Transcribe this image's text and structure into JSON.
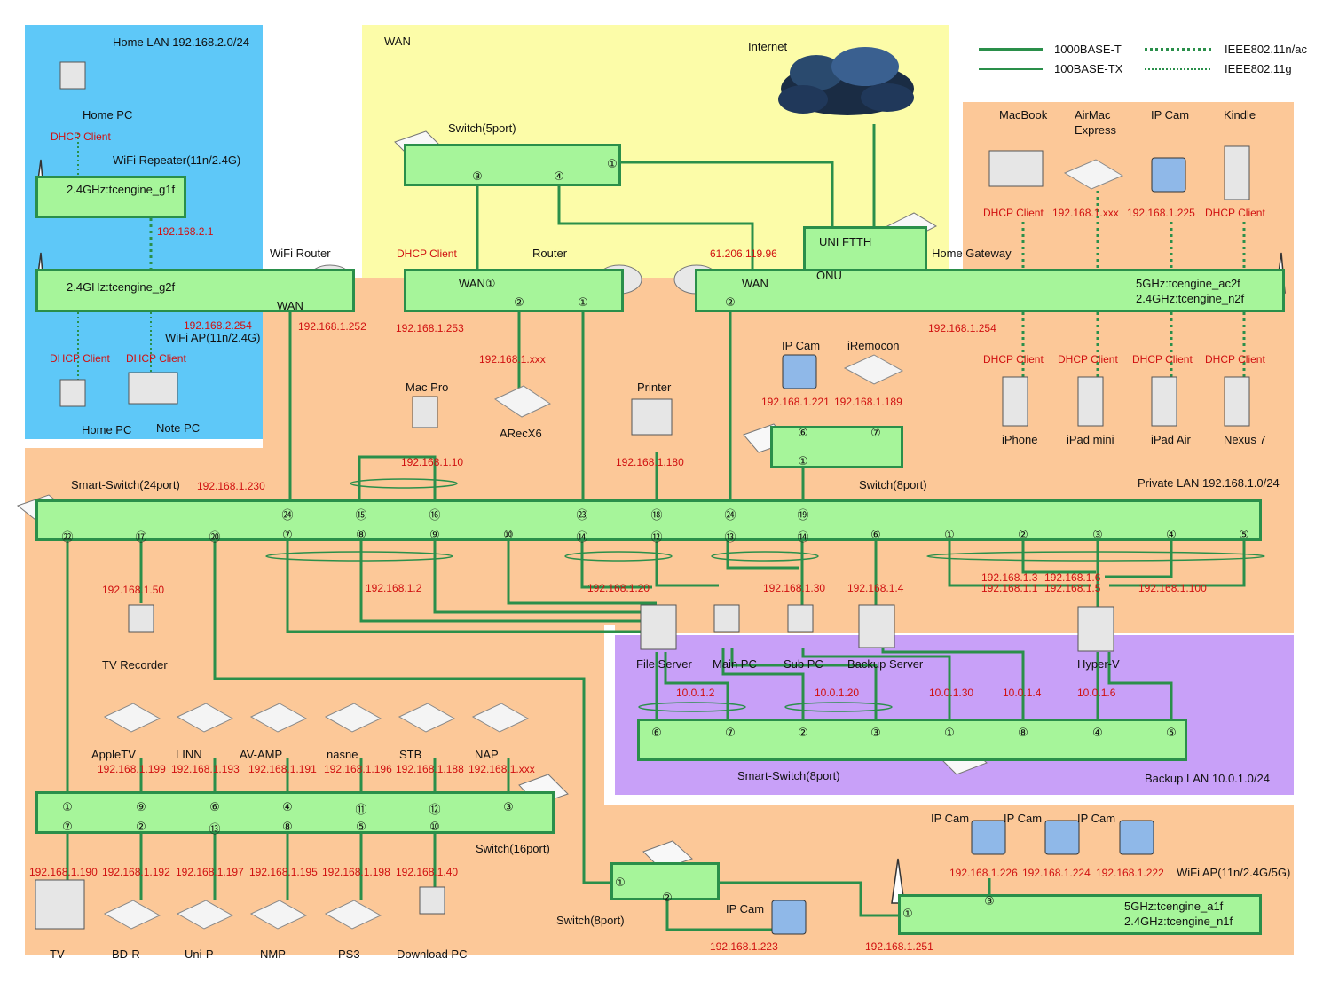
{
  "legend": [
    {
      "label": "1000BASE-T",
      "style": "solid-thick"
    },
    {
      "label": "100BASE-TX",
      "style": "solid-thin"
    },
    {
      "label": "IEEE802.11n/ac",
      "style": "dotted-thick"
    },
    {
      "label": "IEEE802.11g",
      "style": "dotted-thin"
    }
  ],
  "colors": {
    "switch_fill": "#a6f59a",
    "switch_border": "#2a8f4a",
    "line": "#2a8f4a",
    "home_lan": "#5ec8f8",
    "wan": "#fcfca8",
    "private_lan": "#fcc898",
    "backup_lan": "#c8a0f8",
    "ip_text": "#d01010"
  },
  "zones": {
    "home_lan": "Home LAN 192.168.2.0/24",
    "wan": "WAN",
    "internet": "Internet",
    "private_lan": "Private LAN 192.168.1.0/24",
    "backup_lan": "Backup LAN 10.0.1.0/24"
  },
  "switches": [
    {
      "id": "repeater",
      "text": "2.4GHz:tcengine_g1f"
    },
    {
      "id": "wifi_router",
      "text": "2.4GHz:tcengine_g2f"
    },
    {
      "id": "switch5",
      "text": ""
    },
    {
      "id": "router",
      "text": "WAN①"
    },
    {
      "id": "gateway_box",
      "text": "UNI   FTTH"
    },
    {
      "id": "gateway_onu",
      "text": "ONU"
    },
    {
      "id": "gateway",
      "text": "WAN"
    },
    {
      "id": "gateway_ssid",
      "text": "5GHz:tcengine_ac2f"
    },
    {
      "id": "gateway_ssid2",
      "text": "2.4GHz:tcengine_n2f"
    },
    {
      "id": "ap2",
      "text": "5GHz:tcengine_a1f"
    },
    {
      "id": "ap2b",
      "text": "2.4GHz:tcengine_n1f"
    }
  ],
  "labels": {
    "home_pc": "Home PC",
    "dhcp": "DHCP Client",
    "wifi_repeater": "WiFi Repeater(11n/2.4G)",
    "ip_2_1": "192.168.2.1",
    "wifi_router": "WiFi Router",
    "wan": "WAN",
    "ip_2_254": "192.168.2.254",
    "wifi_ap_11n": "WiFi AP(11n/2.4G)",
    "note_pc": "Note PC",
    "switch_5port": "Switch(5port)",
    "router": "Router",
    "ip_61": "61.206.119.96",
    "home_gateway": "Home Gateway",
    "macbook": "MacBook",
    "airmac": "AirMac",
    "express": "Express",
    "ipcam": "IP Cam",
    "kindle": "Kindle",
    "ip_1_xxx": "192.168.1.xxx",
    "ip_1_225": "192.168.1.225",
    "ip_1_252": "192.168.1.252",
    "ip_1_253": "192.168.1.253",
    "ip_1_254": "192.168.1.254",
    "arecx6": "ARecX6",
    "mac_pro": "Mac Pro",
    "printer": "Printer",
    "iremocon": "iRemocon",
    "ip_1_221": "192.168.1.221",
    "ip_1_189": "192.168.1.189",
    "switch_8port": "Switch(8port)",
    "iphone": "iPhone",
    "ipad_mini": "iPad mini",
    "ipad_air": "iPad Air",
    "nexus7": "Nexus 7",
    "ip_1_10": "192.168.1.10",
    "ip_1_180": "192.168.1.180",
    "smart_switch_24": "Smart-Switch(24port)",
    "ip_1_230": "192.168.1.230",
    "ip_1_50": "192.168.1.50",
    "tv_recorder": "TV Recorder",
    "ip_1_2": "192.168.1.2",
    "ip_1_20": "192.168.1.20",
    "ip_1_30": "192.168.1.30",
    "ip_1_4": "192.168.1.4",
    "ip_1_3": "192.168.1.3",
    "ip_1_1": "192.168.1.1",
    "ip_1_6": "192.168.1.6",
    "ip_1_5": "192.168.1.5",
    "ip_1_100": "192.168.1.100",
    "file_server": "File Server",
    "main_pc": "Main PC",
    "sub_pc": "Sub PC",
    "backup_server": "Backup Server",
    "hyper_v": "Hyper-V",
    "ip_10_2": "10.0.1.2",
    "ip_10_20": "10.0.1.20",
    "ip_10_30": "10.0.1.30",
    "ip_10_4": "10.0.1.4",
    "ip_10_6": "10.0.1.6",
    "smart_switch_8": "Smart-Switch(8port)",
    "appletv": "AppleTV",
    "linn": "LINN",
    "avamp": "AV-AMP",
    "nasne": "nasne",
    "stb": "STB",
    "nap": "NAP",
    "ip_1_199": "192.168.1.199",
    "ip_1_193": "192.168.1.193",
    "ip_1_191": "192.168.1.191",
    "ip_1_196": "192.168.1.196",
    "ip_1_188": "192.168.1.188",
    "switch_16port": "Switch(16port)",
    "ip_1_190": "192.168.1.190",
    "ip_1_192": "192.168.1.192",
    "ip_1_197": "192.168.1.197",
    "ip_1_195": "192.168.1.195",
    "ip_1_198": "192.168.1.198",
    "ip_1_40": "192.168.1.40",
    "tv": "TV",
    "bdr": "BD-R",
    "unip": "Uni-P",
    "nmp": "NMP",
    "ps3": "PS3",
    "download_pc": "Download PC",
    "ip_1_223": "192.168.1.223",
    "ip_1_251": "192.168.1.251",
    "ip_1_226": "192.168.1.226",
    "ip_1_224": "192.168.1.224",
    "ip_1_222": "192.168.1.222",
    "wifi_ap_5g": "WiFi AP(11n/2.4G/5G)"
  },
  "ports": {
    "p1": "①",
    "p2": "②",
    "p3": "③",
    "p4": "④",
    "p5": "⑤",
    "p6": "⑥",
    "p7": "⑦",
    "p8": "⑧",
    "p9": "⑨",
    "p10": "⑩",
    "p11": "⑪",
    "p12": "⑫",
    "p13": "⑬",
    "p14": "⑭",
    "p15": "⑮",
    "p16": "⑯",
    "p17": "⑰",
    "p18": "⑱",
    "p19": "⑲",
    "p20": "⑳",
    "p22": "㉒",
    "p23": "㉓",
    "p24": "㉔"
  }
}
